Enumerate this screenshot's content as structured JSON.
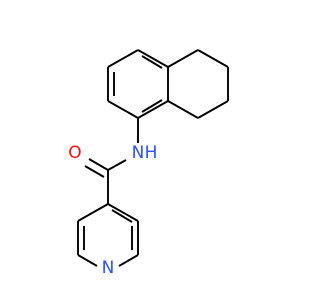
{
  "molecule": {
    "atoms": {
      "oxygen": {
        "symbol": "O",
        "color": "#ff0d0d"
      },
      "amide_nitrogen": {
        "symbol": "N",
        "hydrogen": "H",
        "color": "#3050f8"
      },
      "pyridine_nitrogen": {
        "symbol": "N",
        "color": "#3050f8"
      }
    },
    "bond_color": "#000000"
  }
}
